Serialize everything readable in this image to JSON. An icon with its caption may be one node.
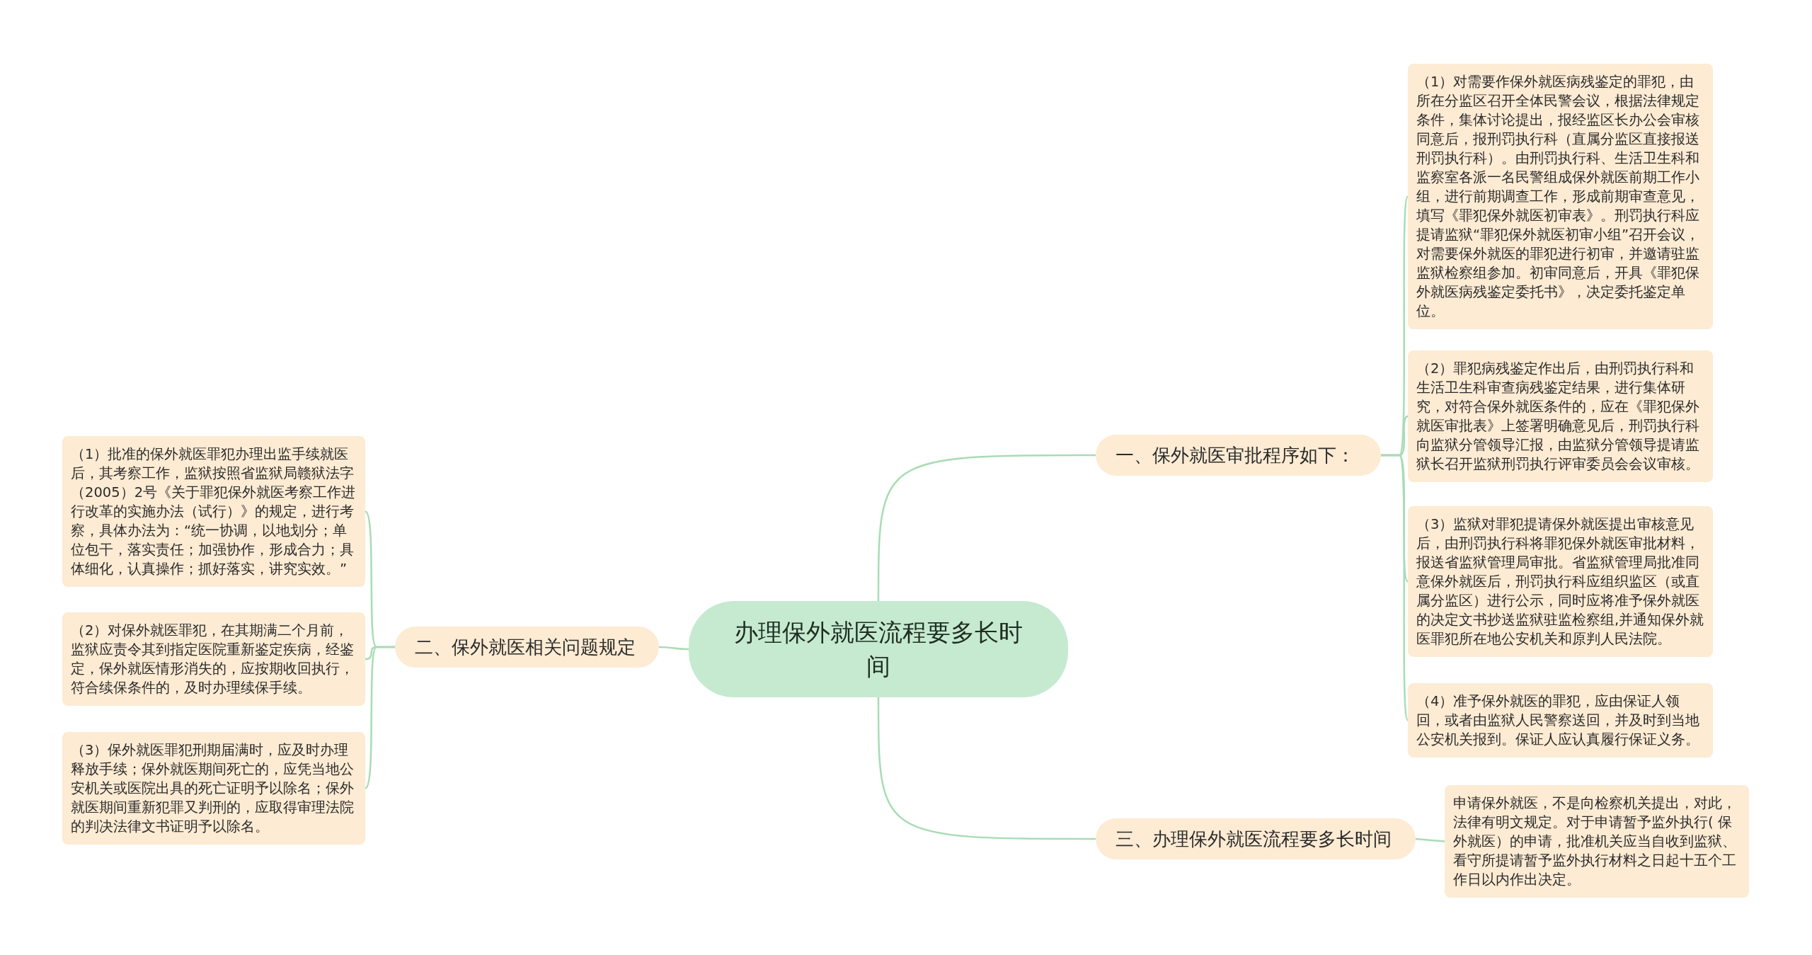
{
  "diagram": {
    "nodes": [
      {
        "text": [
          "办理保外就医流程要多长时间"
        ]
      },
      {
        "text": [
          "一、保外就医审批程序如下："
        ]
      },
      {
        "text": [
          "（1）对需要作保外就医病残鉴定的罪犯，由所在分监区召开全体民警会议，根据法律规定条件，集体讨论提出，报经监区长办公会审核同意后，报刑罚执行科（直属分监区直接报送刑罚执行科）。由刑罚执行科、生活卫生科和监察室各派一名民警组成保外就医前期工作小组，进行前期调查工作，形成前期审查意见，填写《罪犯保外就医初审表》。刑罚执行科应提请监狱“罪犯保外就医初审小组”召开会议，对需要保外就医的罪犯进行初审，并邀请驻监监狱检察组参加。初审同意后，开具《罪犯保外就医病残鉴定委托书》，决定委托鉴定单位。"
        ]
      },
      {
        "text": [
          "（2）罪犯病残鉴定作出后，由刑罚执行科和生活卫生科审查病残鉴定结果，进行集体研究，对符合保外就医条件的，应在《罪犯保外就医审批表》上签署明确意见后，刑罚执行科向监狱分管领导汇报，由监狱分管领导提请监狱长召开监狱刑罚执行评审委员会会议审核。"
        ]
      },
      {
        "text": [
          "（3）监狱对罪犯提请保外就医提出审核意见后，由刑罚执行科将罪犯保外就医审批材料，报送省监狱管理局审批。省监狱管理局批准同意保外就医后，刑罚执行科应组织监区（或直属分监区）进行公示，同时应将准予保外就医的决定文书抄送监狱驻监检察组,并通知保外就医罪犯所在地公安机关和原判人民法院。"
        ]
      },
      {
        "text": [
          "（4）准予保外就医的罪犯，应由保证人领回，或者由监狱人民警察送回，并及时到当地公安机关报到。保证人应认真履行保证义务。"
        ]
      },
      {
        "text": [
          "三、办理保外就医流程要多长时间"
        ]
      },
      {
        "text": [
          "申请保外就医，不是向检察机关提出，对此，法律有明文规定。对于申请暂予监外执行( 保外就医）的申请，批准机关应当自收到监狱、看守所提请暂予监外执行材料之日起十五个工作日以内作出决定。"
        ]
      },
      {
        "text": [
          "二、保外就医相关问题规定"
        ]
      },
      {
        "text": [
          "（1）批准的保外就医罪犯办理出监手续就医后，其考察工作，监狱按照省监狱局赣狱法字（2005）2号《关于罪犯保外就医考察工作进行改革的实施办法（试行）》的规定，进行考察，具体办法为：“统一协调，以地划分；单位包干，落实责任；加强协作，形成合力；具体细化，认真操作；抓好落实，讲究实效。”"
        ]
      },
      {
        "text": [
          "（2）对保外就医罪犯，在其期满二个月前，监狱应责令其到指定医院重新鉴定疾病，经鉴定，保外就医情形消失的，应按期收回执行，符合续保条件的，及时办理续保手续。"
        ]
      },
      {
        "text": [
          "（3）保外就医罪犯刑期届满时，应及时办理释放手续；保外就医期间死亡的，应凭当地公安机关或医院出具的死亡证明予以除名；保外就医期间重新犯罪又判刑的，应取得审理法院的判决法律文书证明予以除名。"
        ]
      }
    ],
    "edges": [
      {
        "from": 0,
        "to": 1,
        "arrow": "none"
      },
      {
        "from": 1,
        "to": 2,
        "arrow": "none"
      },
      {
        "from": 1,
        "to": 3,
        "arrow": "none"
      },
      {
        "from": 1,
        "to": 4,
        "arrow": "none"
      },
      {
        "from": 1,
        "to": 5,
        "arrow": "none"
      },
      {
        "from": 0,
        "to": 6,
        "arrow": "none"
      },
      {
        "from": 6,
        "to": 7,
        "arrow": "none"
      },
      {
        "from": 0,
        "to": 8,
        "arrow": "none"
      },
      {
        "from": 8,
        "to": 9,
        "arrow": "none"
      },
      {
        "from": 8,
        "to": 10,
        "arrow": "none"
      },
      {
        "from": 8,
        "to": 11,
        "arrow": "none"
      }
    ]
  }
}
